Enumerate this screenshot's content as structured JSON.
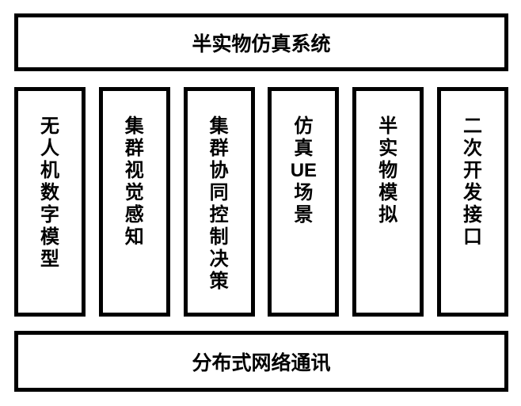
{
  "page": {
    "background_color": "#ffffff",
    "border_color": "#000000",
    "text_color": "#000000"
  },
  "diagram": {
    "title_box": {
      "label": "半实物仿真系统"
    },
    "modules": [
      {
        "text": "无人机数字模型",
        "label": "无\n人\n机\n数\n字\n模\n型"
      },
      {
        "text": "集群视觉感知",
        "label": "集\n群\n视\n觉\n感\n知"
      },
      {
        "text": "集群协同控制决策",
        "label": "集\n群\n协\n同\n控\n制\n决\n策"
      },
      {
        "text": "仿真UE场景",
        "label": "仿\n真\nUE\n场\n景"
      },
      {
        "text": "半实物模拟",
        "label": "半\n实\n物\n模\n拟"
      },
      {
        "text": "二次开发接口",
        "label": "二\n次\n开\n发\n接\n口"
      }
    ],
    "bottom_box": {
      "label": "分布式网络通讯"
    }
  }
}
